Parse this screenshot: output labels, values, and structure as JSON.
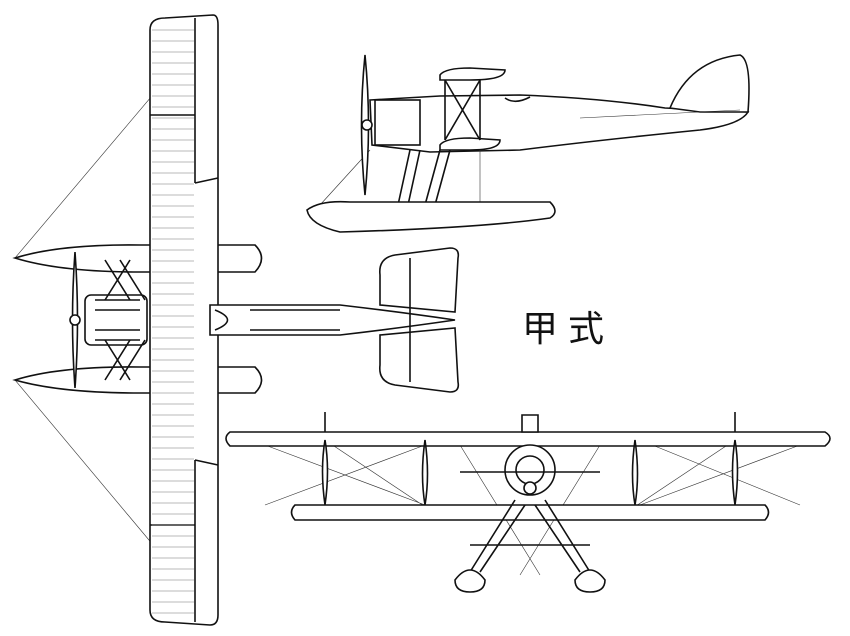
{
  "diagram": {
    "title": "甲式",
    "views": [
      "plan-view",
      "side-view",
      "front-view"
    ],
    "line_color": "#111111"
  }
}
